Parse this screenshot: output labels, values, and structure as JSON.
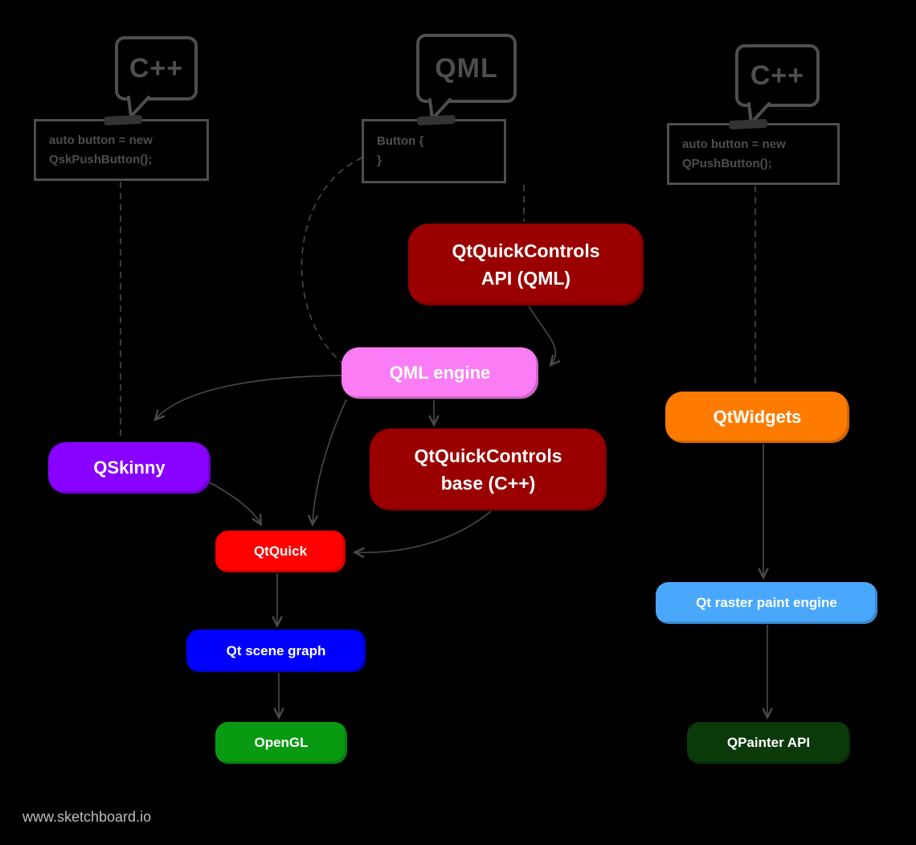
{
  "watermark": {
    "text": "www.sketchboard.io"
  },
  "bubbles": {
    "left": {
      "label": "C++"
    },
    "middle": {
      "label": "QML"
    },
    "right": {
      "label": "C++"
    }
  },
  "code_snippets": {
    "left": {
      "line1": "auto button = new",
      "line2": "QskPushButton();"
    },
    "middle": {
      "line1": "Button {",
      "line2": "}"
    },
    "right": {
      "line1": "auto button = new",
      "line2": "QPushButton();"
    }
  },
  "nodes": {
    "qtquickcontrols_api": {
      "line1": "QtQuickControls",
      "line2": "API (QML)",
      "color": "#9a0000"
    },
    "qml_engine": {
      "label": "QML engine",
      "color": "#fa7df5"
    },
    "qskinny": {
      "label": "QSkinny",
      "color": "#8800ff"
    },
    "qtquickcontrols_base": {
      "line1": "QtQuickControls",
      "line2": "base (C++)",
      "color": "#9a0000"
    },
    "qtquick": {
      "label": "QtQuick",
      "color": "#ff0000"
    },
    "qt_scene_graph": {
      "label": "Qt scene graph",
      "color": "#0000ff"
    },
    "opengl": {
      "label": "OpenGL",
      "color": "#089b11"
    },
    "qtwidgets": {
      "label": "QtWidgets",
      "color": "#ff7b00"
    },
    "qt_raster_paint_engine": {
      "label": "Qt raster paint engine",
      "color": "#49a8fc"
    },
    "qpainter_api": {
      "label": "QPainter API",
      "color": "#0a3a0a"
    }
  },
  "colors": {
    "background": "#000000",
    "sketch_gray": "#4e4e4e",
    "connector_gray": "#4a4a4a"
  }
}
